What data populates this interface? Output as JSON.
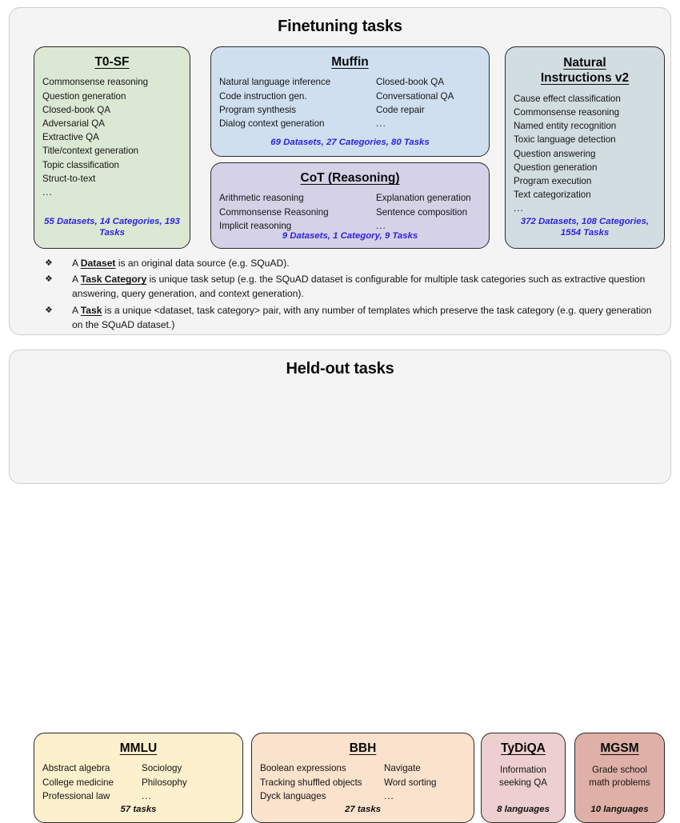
{
  "finetuning": {
    "title": "Finetuning tasks",
    "cards": [
      {
        "name": "t0sf",
        "title": "T0-SF",
        "color": "#dbe8d3",
        "columns": [
          [
            "Commonsense reasoning",
            "Question generation",
            "Closed-book QA",
            "Adversarial QA",
            "Extractive QA",
            "Title/context generation",
            "Topic classification",
            "Struct-to-text",
            "..."
          ]
        ],
        "stats": "55 Datasets, 14 Categories, 193 Tasks"
      },
      {
        "name": "muffin",
        "title": "Muffin",
        "color": "#cfdff0",
        "columns": [
          [
            "Natural language inference",
            "Code instruction gen.",
            "Program synthesis",
            "Dialog context generation"
          ],
          [
            "Closed-book QA",
            "Conversational QA",
            "Code repair",
            "..."
          ]
        ],
        "stats": "69 Datasets, 27 Categories, 80 Tasks"
      },
      {
        "name": "cot",
        "title": "CoT (Reasoning)",
        "color": "#d5d1e7",
        "columns": [
          [
            "Arithmetic reasoning",
            "Commonsense Reasoning",
            "Implicit reasoning"
          ],
          [
            "Explanation generation",
            "Sentence composition",
            "..."
          ]
        ],
        "stats": "9 Datasets, 1 Category, 9 Tasks"
      },
      {
        "name": "niv2",
        "title_line1": "Natural",
        "title_line2": "Instructions v2",
        "color": "#d2dde1",
        "columns": [
          [
            "Cause effect classification",
            "Commonsense reasoning",
            "Named entity recognition",
            "Toxic language detection",
            "Question answering",
            "Question generation",
            "Program execution",
            "Text categorization",
            "..."
          ]
        ],
        "stats": "372 Datasets, 108 Categories, 1554 Tasks"
      }
    ],
    "legend": [
      {
        "marker": "diamond-bullet",
        "pre": "A ",
        "term": "Dataset",
        "post": " is an original data source (e.g. SQuAD)."
      },
      {
        "marker": "diamond-bullet",
        "pre": "A ",
        "term": "Task Category",
        "post": " is unique task setup (e.g. the SQuAD dataset is configurable for multiple task categories such as extractive question answering, query generation, and context generation)."
      },
      {
        "marker": "diamond-bullet",
        "pre": "A ",
        "term": "Task",
        "post": " is a unique <dataset, task category> pair, with any number of templates which preserve the task category (e.g. query generation on the SQuAD dataset.)"
      }
    ]
  },
  "heldout": {
    "title": "Held-out tasks",
    "cards": [
      {
        "name": "mmlu",
        "title": "MMLU",
        "color": "#fdf0cd",
        "columns": [
          [
            "Abstract algebra",
            "College medicine",
            "Professional law"
          ],
          [
            "Sociology",
            "Philosophy",
            "..."
          ]
        ],
        "stats": "57 tasks"
      },
      {
        "name": "bbh",
        "title": "BBH",
        "color": "#fae2cc",
        "columns": [
          [
            "Boolean expressions",
            "Tracking shuffled objects",
            "Dyck languages"
          ],
          [
            "Navigate",
            "Word sorting",
            "..."
          ]
        ],
        "stats": "27 tasks"
      },
      {
        "name": "tydiqa",
        "title": "TyDiQA",
        "color": "#eccfce",
        "description": [
          "Information",
          "seeking QA"
        ],
        "stats": "8 languages"
      },
      {
        "name": "mgsm",
        "title": "MGSM",
        "color": "#dfb0a7",
        "description": [
          "Grade school",
          "math problems"
        ],
        "stats": "10 languages"
      }
    ]
  },
  "colors": {
    "stat_blue": "#2d24e0",
    "panel_bg": "#f4f4f4",
    "panel_border": "#cfcfcf",
    "card_border": "#2a2a2a"
  }
}
